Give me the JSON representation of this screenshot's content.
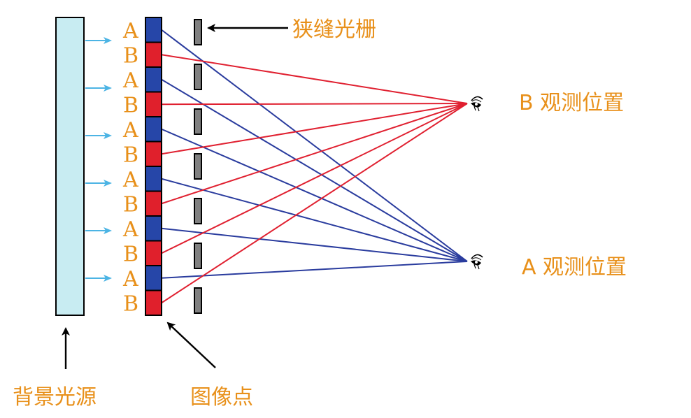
{
  "labels": {
    "slit_grating": "狭缝光栅",
    "backlight": "背景光源",
    "image_points": "图像点",
    "view_b": "B 观测位置",
    "view_a": "A 观测位置"
  },
  "pixel_sequence": [
    "A",
    "B",
    "A",
    "B",
    "A",
    "B",
    "A",
    "B",
    "A",
    "B",
    "A",
    "B"
  ],
  "colors": {
    "label": "#e8901a",
    "pixel_a": "#2646a8",
    "pixel_b": "#e0202c",
    "ray_a": "#2a3c9e",
    "ray_b": "#e02030",
    "light_arrow": "#4cb4e4",
    "backlight_fill": "#c8ecf2",
    "slit": "#808080",
    "pointer": "#000000"
  }
}
